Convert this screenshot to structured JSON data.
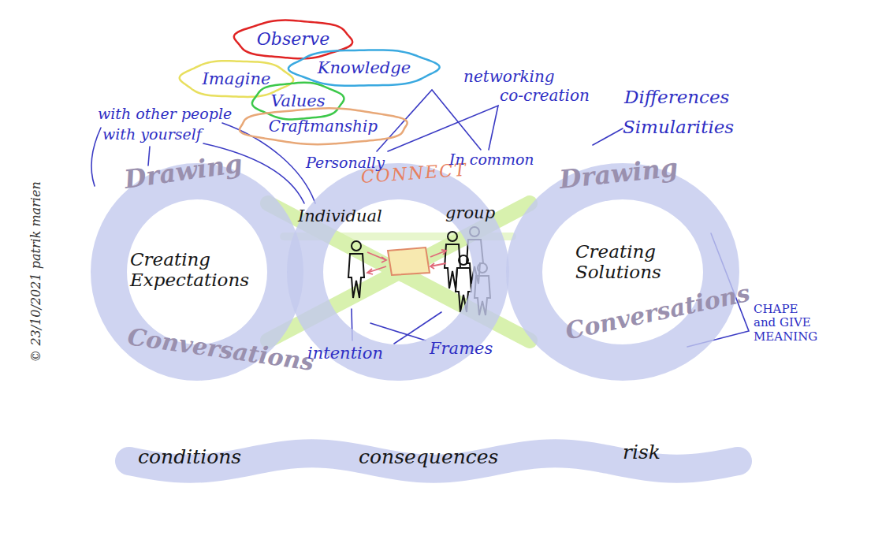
{
  "diagram": {
    "nodes": [
      {
        "text": [
          "Observe"
        ]
      },
      {
        "text": [
          "Imagine"
        ]
      },
      {
        "text": [
          "Knowledge"
        ]
      },
      {
        "text": [
          "Values"
        ]
      },
      {
        "text": [
          "Craftmanship"
        ]
      },
      {
        "text": [
          "Drawing",
          "Creating Expectations",
          "Conversations"
        ]
      },
      {
        "text": [
          "CONNECT",
          "Individual",
          "group"
        ]
      },
      {
        "text": [
          "Drawing",
          "Creating Solutions",
          "Conversations"
        ]
      },
      {
        "text": [
          "conditions",
          "consequences",
          "risk"
        ]
      }
    ],
    "labels": [
      "with other people",
      "with yourself",
      "networking",
      "co-creation",
      "Differences",
      "Simularities",
      "Personally",
      "In common",
      "intention",
      "Frames",
      "CHAPE and GIVE MEANING",
      "© 23/10/2021 patrik marien"
    ]
  }
}
